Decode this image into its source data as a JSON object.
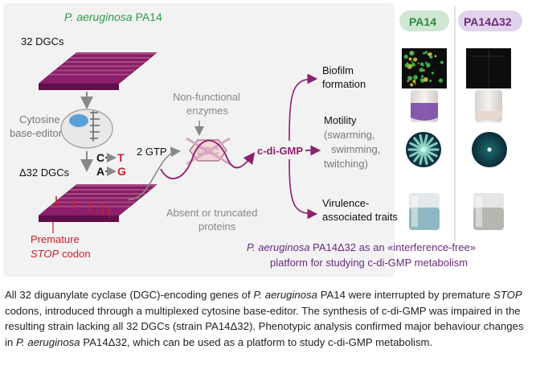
{
  "figure": {
    "strain_title": {
      "species": "P. aeruginosa",
      "strain": "PA14"
    },
    "dgc_count_label": "32 DGCs",
    "base_editor_label_line1": "Cytosine",
    "base_editor_label_line2": "base-editor",
    "mutation_c": "C",
    "mutation_t": "T",
    "mutation_a": "A",
    "mutation_g": "G",
    "mutant_count_label": "Δ32 DGCs",
    "premature_label": "Premature",
    "stop_codon_label_stop": "STOP",
    "stop_codon_label_codon": "codon",
    "nonfunctional_line1": "Non-functional",
    "nonfunctional_line2": "enzymes",
    "gtp_label": "2 GTP",
    "dgc_box_label": "DGC",
    "cdigmp_label": "c-di-GMP",
    "absent_line1": "Absent or truncated",
    "absent_line2": "proteins",
    "header_wt": "PA14",
    "header_mutant": "PA14Δ32",
    "phenotypes": {
      "biofilm_line1": "Biofilm",
      "biofilm_line2": "formation",
      "motility_line1": "Motility",
      "motility_line2": "(swarming,",
      "motility_line3": "swimming,",
      "motility_line4": "twitching)",
      "virulence_line1": "Virulence-",
      "virulence_line2": "associated traits"
    },
    "platform_line1_species": "P. aeruginosa",
    "platform_line1_rest": " PA14Δ32 as an «interference-free»",
    "platform_line2": "platform for studying c-di-GMP metabolism",
    "colors": {
      "green": "#2e9a46",
      "magenta": "#8e1f6e",
      "purple": "#6b2a7e",
      "red": "#c8202a",
      "panel_bg": "#f2f2f2",
      "gray": "#888888"
    }
  },
  "caption": {
    "p1": "All 32 diguanylate cyclase (DGC)-encoding genes of ",
    "p1_species": "P. aeruginosa",
    "p2": " PA14 were interrupted by premature ",
    "p2_stop": "STOP",
    "p3": " codons, introduced through a multiplexed cytosine base-editor. The synthesis of c-di-GMP was impaired in the resulting strain lacking all 32 DGCs (strain PA14Δ32). Phenotypic analysis confirmed major behaviour changes in ",
    "p3_species": "P. aeruginosa",
    "p4": " PA14Δ32, which can be used as a platform to study c-di-GMP metabolism."
  }
}
